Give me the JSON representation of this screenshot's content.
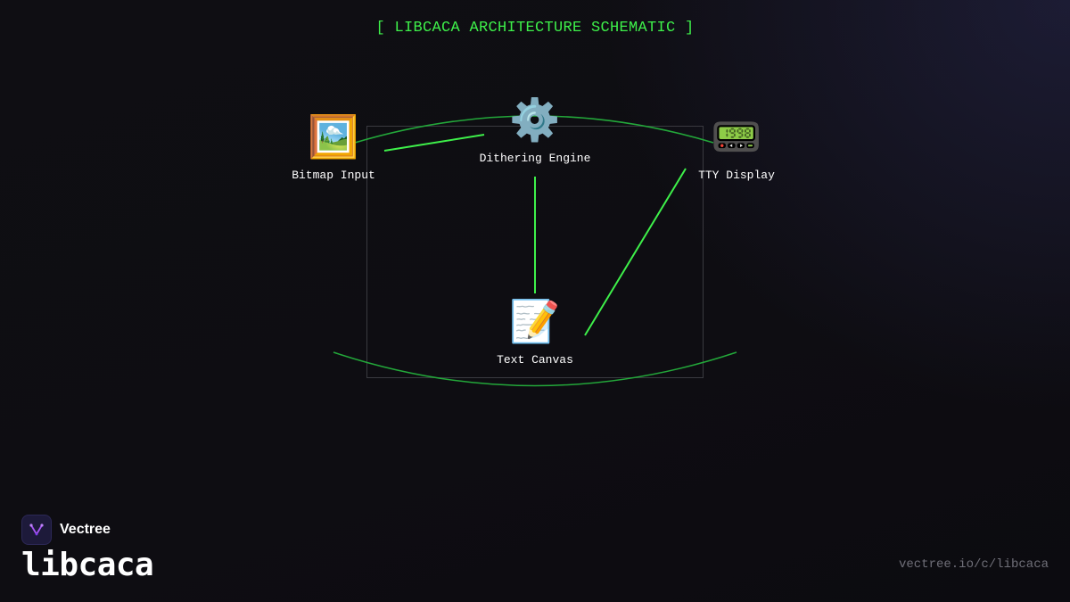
{
  "header": {
    "title": "[ LIBCACA ARCHITECTURE SCHEMATIC ]"
  },
  "diagram": {
    "nodes": [
      {
        "id": "bitmap-input",
        "label": "Bitmap Input",
        "icon": "framed-picture-icon",
        "glyph": "🖼️"
      },
      {
        "id": "dithering-engine",
        "label": "Dithering Engine",
        "icon": "gear-icon",
        "glyph": "⚙️"
      },
      {
        "id": "tty-display",
        "label": "TTY Display",
        "icon": "pager-icon",
        "glyph": "📟"
      },
      {
        "id": "text-canvas",
        "label": "Text Canvas",
        "icon": "memo-icon",
        "glyph": "📝"
      }
    ],
    "edges": [
      {
        "from": "bitmap-input",
        "to": "dithering-engine"
      },
      {
        "from": "dithering-engine",
        "to": "text-canvas"
      },
      {
        "from": "text-canvas",
        "to": "tty-display"
      }
    ],
    "colors": {
      "accent": "#3ef04a",
      "ring": "#23a83a",
      "frame": "#3a3a40"
    }
  },
  "footer": {
    "brand_name": "Vectree",
    "product_name": "libcaca",
    "url": "vectree.io/c/libcaca",
    "logo_icon": "vectree-logo-icon"
  }
}
